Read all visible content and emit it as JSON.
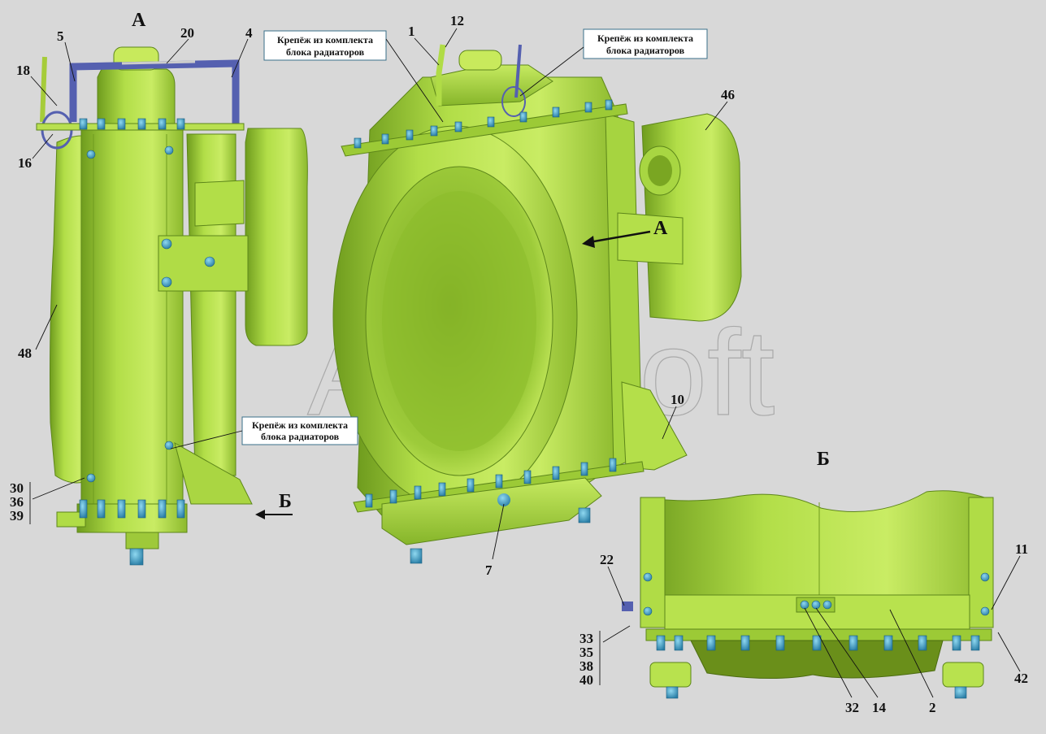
{
  "colors": {
    "background": "#d8d8d8",
    "body_green": "#b2de48",
    "body_green_light": "#cdee6a",
    "body_green_dark": "#6d9a1c",
    "fastener_blue": "#3aa0c8",
    "pipe_blue": "#5560b0",
    "note_border": "#3a6f8a"
  },
  "views": {
    "a": "А",
    "b": "Б"
  },
  "notes": {
    "note1_line1": "Крепёж из комплекта",
    "note1_line2": "блока радиаторов",
    "note2_line1": "Крепёж из комплекта",
    "note2_line2": "блока радиаторов",
    "note3_line1": "Крепёж из комплекта",
    "note3_line2": "блока радиаторов"
  },
  "watermark": "AutoSoft",
  "callouts": {
    "c1": "1",
    "c2": "2",
    "c4": "4",
    "c5": "5",
    "c7": "7",
    "c10": "10",
    "c11": "11",
    "c12": "12",
    "c14": "14",
    "c16": "16",
    "c18": "18",
    "c20": "20",
    "c22": "22",
    "c32": "32",
    "c42": "42",
    "c46": "46",
    "c48": "48",
    "stack_left": [
      "30",
      "36",
      "39"
    ],
    "stack_right": [
      "33",
      "35",
      "38",
      "40"
    ]
  }
}
